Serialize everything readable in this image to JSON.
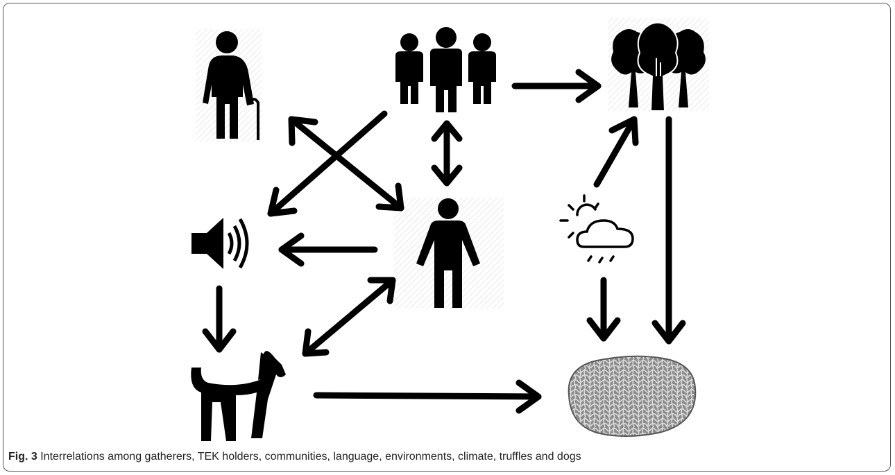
{
  "caption": {
    "label": "Fig. 3",
    "text": "Interrelations among gatherers, TEK holders, communities, language, environments, climate, truffles and dogs"
  },
  "nodes": [
    {
      "id": "tek-holder",
      "icon": "elderly-person-with-cane-icon"
    },
    {
      "id": "community",
      "icon": "group-of-people-icon"
    },
    {
      "id": "environment",
      "icon": "trees-icon"
    },
    {
      "id": "language",
      "icon": "speaker-icon"
    },
    {
      "id": "gatherer",
      "icon": "person-icon"
    },
    {
      "id": "climate",
      "icon": "sun-cloud-rain-icon"
    },
    {
      "id": "dog",
      "icon": "dog-icon"
    },
    {
      "id": "truffle",
      "icon": "truffle-icon"
    }
  ],
  "edges": [
    {
      "from": "community",
      "to": "environment",
      "direction": "one-way"
    },
    {
      "from": "community",
      "to": "language",
      "direction": "one-way"
    },
    {
      "from": "community",
      "to": "gatherer",
      "direction": "two-way"
    },
    {
      "from": "tek-holder",
      "to": "gatherer",
      "direction": "two-way"
    },
    {
      "from": "gatherer",
      "to": "language",
      "direction": "one-way"
    },
    {
      "from": "gatherer",
      "to": "dog",
      "direction": "two-way"
    },
    {
      "from": "language",
      "to": "dog",
      "direction": "one-way"
    },
    {
      "from": "dog",
      "to": "truffle",
      "direction": "one-way"
    },
    {
      "from": "climate",
      "to": "environment",
      "direction": "one-way"
    },
    {
      "from": "climate",
      "to": "truffle",
      "direction": "one-way"
    },
    {
      "from": "environment",
      "to": "truffle",
      "direction": "one-way"
    }
  ]
}
